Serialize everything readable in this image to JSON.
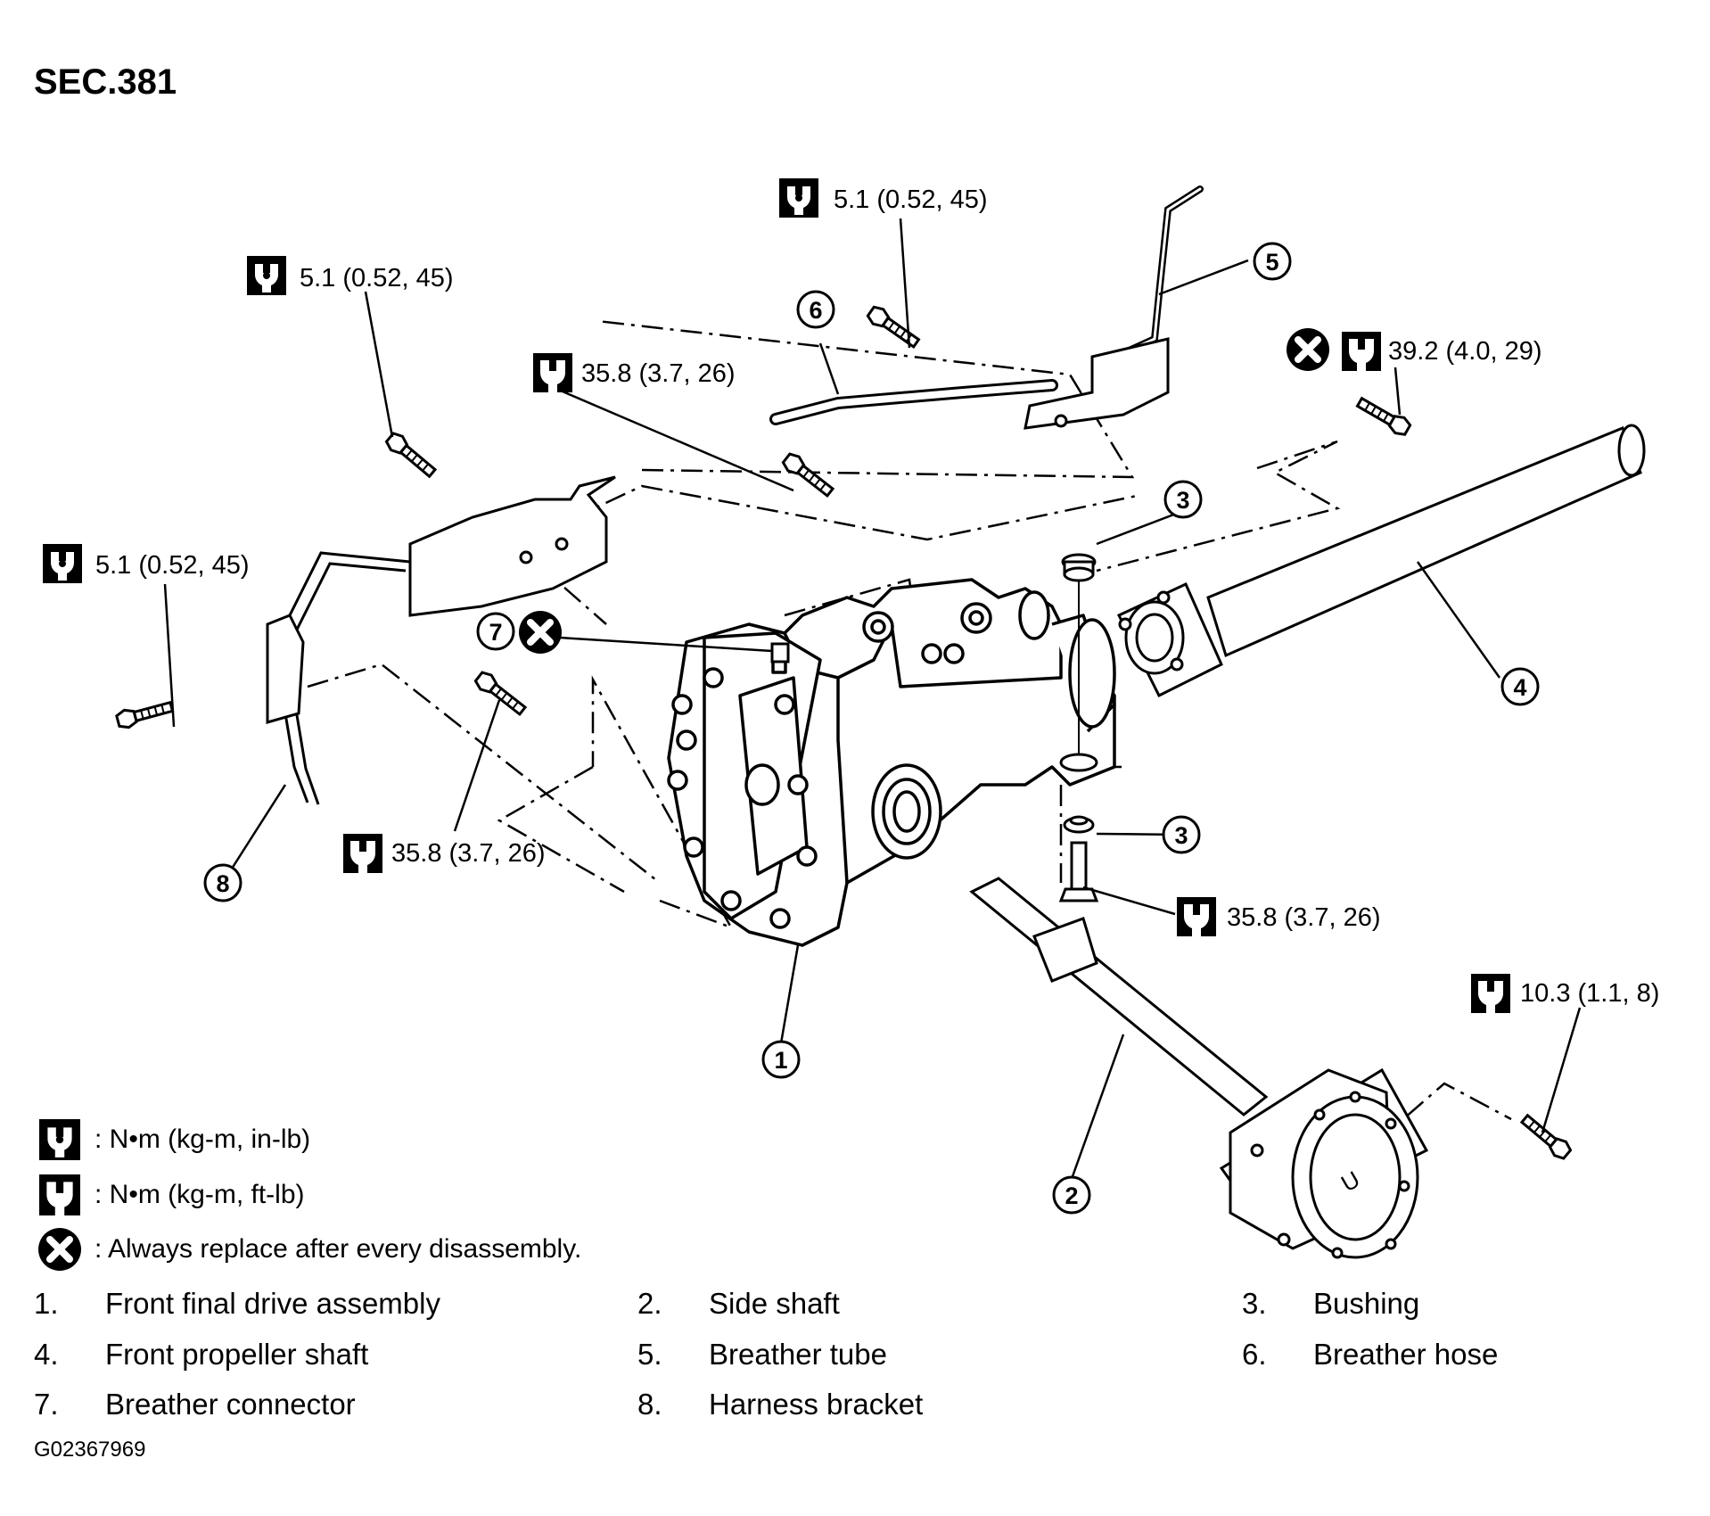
{
  "section": "SEC.381",
  "torques": {
    "t1": "5.1 (0.52, 45)",
    "t2": "5.1 (0.52, 45)",
    "t3": "35.8 (3.7, 26)",
    "t4": "39.2 (4.0, 29)",
    "t5": "5.1 (0.52, 45)",
    "t6": "35.8 (3.7, 26)",
    "t7": "35.8 (3.7, 26)",
    "t8": "10.3 (1.1, 8)"
  },
  "callouts": {
    "c1": "1",
    "c2": "2",
    "c3a": "3",
    "c3b": "3",
    "c4": "4",
    "c5": "5",
    "c6": "6",
    "c7": "7",
    "c8": "8"
  },
  "legend": {
    "inlb": ": N•m (kg-m, in-lb)",
    "ftlb": ": N•m (kg-m, ft-lb)",
    "replace": ": Always replace after every disassembly."
  },
  "parts": [
    {
      "num": "1.",
      "name": "Front final drive assembly"
    },
    {
      "num": "2.",
      "name": "Side shaft"
    },
    {
      "num": "3.",
      "name": "Bushing"
    },
    {
      "num": "4.",
      "name": "Front propeller shaft"
    },
    {
      "num": "5.",
      "name": "Breather tube"
    },
    {
      "num": "6.",
      "name": "Breather hose"
    },
    {
      "num": "7.",
      "name": "Breather connector"
    },
    {
      "num": "8.",
      "name": "Harness bracket"
    }
  ],
  "figure_code": "G02367969"
}
